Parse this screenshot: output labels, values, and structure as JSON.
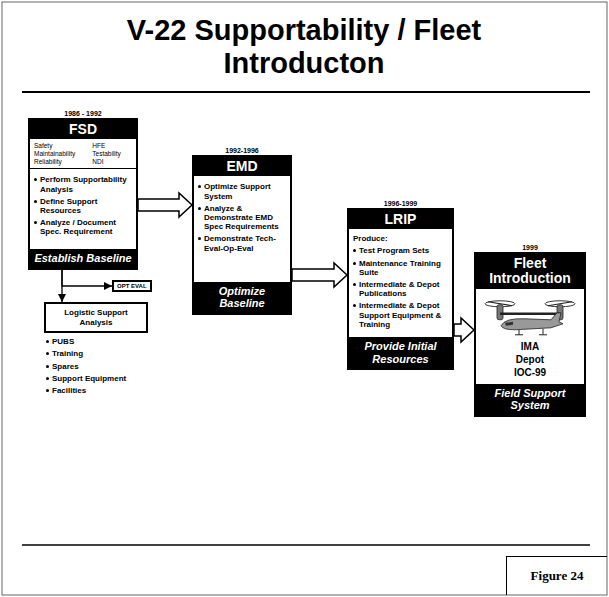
{
  "diagram": {
    "title": "V-22 Supportability / Fleet Introducton",
    "caption": "Figure 24",
    "nodes": [
      {
        "text": [
          "1986 - 1992",
          "FSD",
          "Safety",
          "HFE",
          "Maintainability",
          "Testability",
          "Reliability",
          "NDI",
          "Perform Supportability Analysis",
          "Define Support Resources",
          "Analyze / Document Spec. Requirement",
          "Establish Baseline"
        ]
      },
      {
        "text": [
          "OPT EVAL"
        ]
      },
      {
        "text": [
          "Logistic Support Analysis",
          "PUBS",
          "Training",
          "Spares",
          "Support Equipment",
          "Facilities"
        ]
      },
      {
        "text": [
          "1992-1996",
          "EMD",
          "Optimize Support System",
          "Analyze & Demonstrate EMD Spec Requirements",
          "Demonstrate Tech-Eval-Op-Eval",
          "Optimize Baseline"
        ]
      },
      {
        "text": [
          "1996-1999",
          "LRIP",
          "Produce:",
          "Test Program Sets",
          "Maintenance Training Suite",
          "Intermediate & Depot Publications",
          "Intermediate & Depot Support Equipment & Training",
          "Provide Initial Resources"
        ]
      },
      {
        "text": [
          "1999",
          "Fleet Introduction",
          "IMA",
          "Depot",
          "IOC-99",
          "Field Support System"
        ]
      }
    ],
    "edges": [
      {
        "from": 0,
        "to": 3,
        "arrow": "to"
      },
      {
        "from": 3,
        "to": 4,
        "arrow": "to"
      },
      {
        "from": 4,
        "to": 5,
        "arrow": "to"
      },
      {
        "from": 0,
        "to": 2,
        "arrow": "to"
      },
      {
        "from": 0,
        "to": 1,
        "arrow": "to"
      }
    ]
  }
}
